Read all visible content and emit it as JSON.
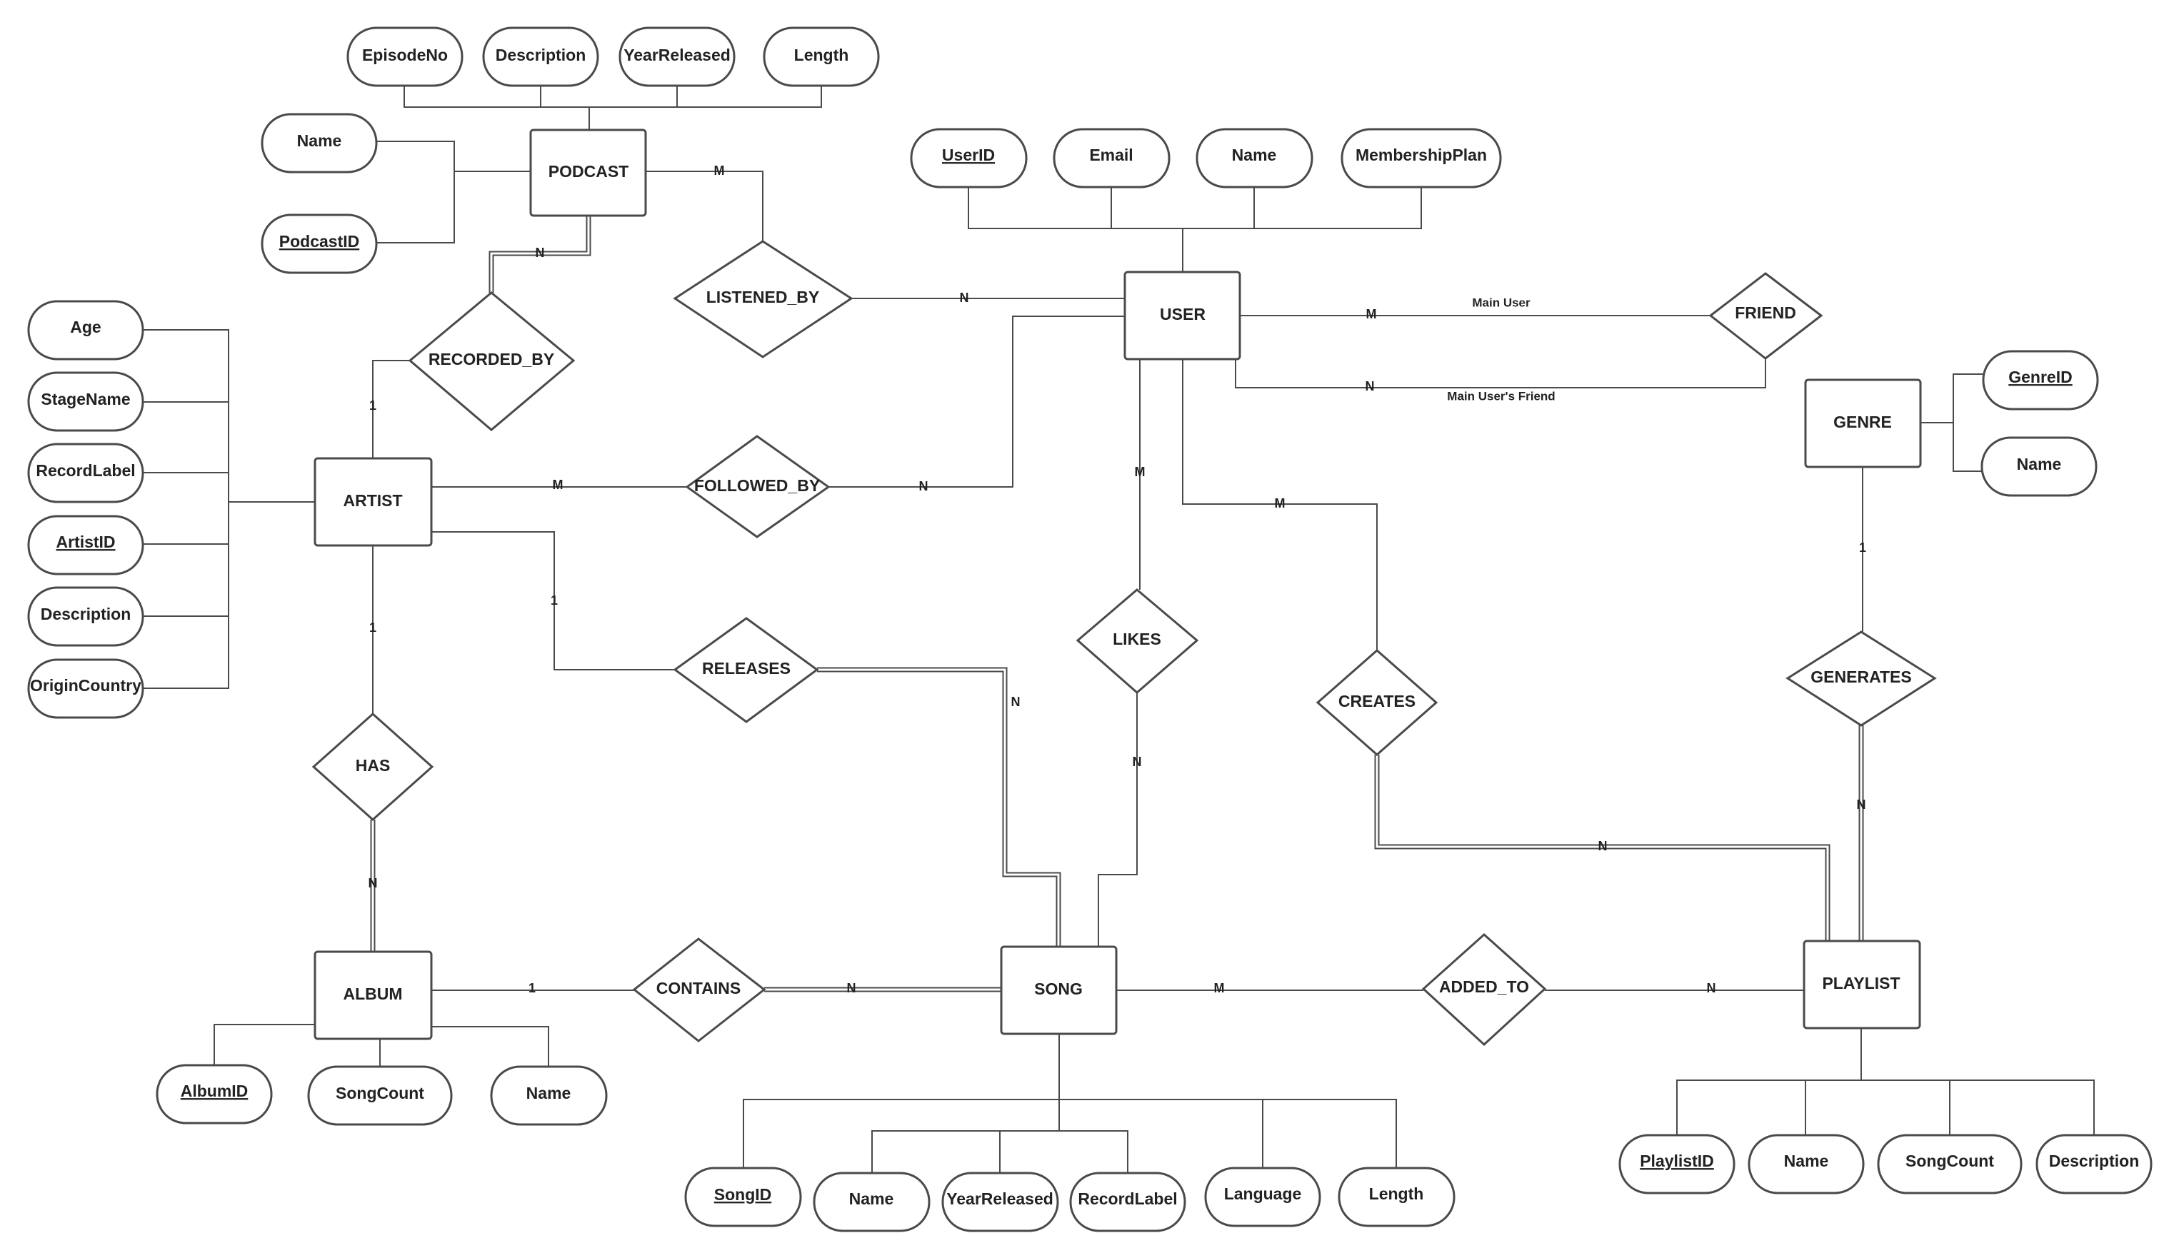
{
  "entities": {
    "podcast": "PODCAST",
    "user": "USER",
    "artist": "ARTIST",
    "genre": "GENRE",
    "album": "ALBUM",
    "song": "SONG",
    "playlist": "PLAYLIST"
  },
  "relationships": {
    "listened_by": "LISTENED_BY",
    "recorded_by": "RECORDED_BY",
    "followed_by": "FOLLOWED_BY",
    "friend": "FRIEND",
    "likes": "LIKES",
    "creates": "CREATES",
    "releases": "RELEASES",
    "has": "HAS",
    "generates": "GENERATES",
    "contains": "CONTAINS",
    "added_to": "ADDED_TO"
  },
  "attributes": {
    "podcast": {
      "episode_no": "EpisodeNo",
      "description": "Description",
      "year_released": "YearReleased",
      "length": "Length",
      "name": "Name",
      "podcast_id": "PodcastID"
    },
    "user": {
      "user_id": "UserID",
      "email": "Email",
      "name": "Name",
      "membership_plan": "MembershipPlan"
    },
    "artist": {
      "age": "Age",
      "stage_name": "StageName",
      "record_label": "RecordLabel",
      "artist_id": "ArtistID",
      "description": "Description",
      "origin_country": "OriginCountry"
    },
    "genre": {
      "genre_id": "GenreID",
      "name": "Name"
    },
    "album": {
      "album_id": "AlbumID",
      "song_count": "SongCount",
      "name": "Name"
    },
    "song": {
      "song_id": "SongID",
      "name": "Name",
      "year_released": "YearReleased",
      "record_label": "RecordLabel",
      "language": "Language",
      "length": "Length"
    },
    "playlist": {
      "playlist_id": "PlaylistID",
      "name": "Name",
      "song_count": "SongCount",
      "description": "Description"
    }
  },
  "cardinalities": {
    "podcast_listened_by": "M",
    "listened_by_user": "N",
    "podcast_recorded_by": "N",
    "recorded_by_artist": "1",
    "artist_followed_by": "M",
    "followed_by_user": "N",
    "user_friend_main": "M",
    "user_friend_friend": "N",
    "user_likes": "M",
    "likes_song": "N",
    "user_creates": "M",
    "creates_playlist": "N",
    "artist_releases": "1",
    "releases_song": "N",
    "artist_has": "1",
    "has_album": "N",
    "genre_generates": "1",
    "generates_playlist": "N",
    "album_contains": "1",
    "contains_song": "N",
    "song_added_to": "M",
    "added_to_playlist": "N"
  },
  "notes": {
    "main_user": "Main User",
    "main_users_friend": "Main User's Friend"
  }
}
